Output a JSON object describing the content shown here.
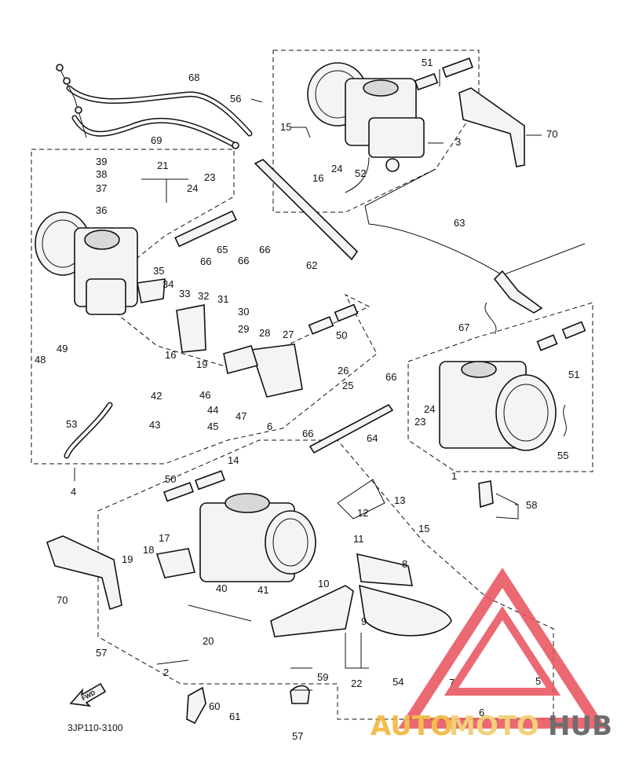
{
  "diagram": {
    "drawing_code": "3JP110-3100",
    "forward_arrow_label": "FWD",
    "callouts": [
      {
        "id": "c68",
        "label": "68"
      },
      {
        "id": "c69",
        "label": "69"
      },
      {
        "id": "c56",
        "label": "56"
      },
      {
        "id": "c51a",
        "label": "51"
      },
      {
        "id": "c15a",
        "label": "15"
      },
      {
        "id": "c70a",
        "label": "70"
      },
      {
        "id": "c3",
        "label": "3"
      },
      {
        "id": "c24a",
        "label": "24"
      },
      {
        "id": "c16a",
        "label": "16"
      },
      {
        "id": "c52",
        "label": "52"
      },
      {
        "id": "c39",
        "label": "39"
      },
      {
        "id": "c38",
        "label": "38"
      },
      {
        "id": "c37",
        "label": "37"
      },
      {
        "id": "c36",
        "label": "36"
      },
      {
        "id": "c21",
        "label": "21"
      },
      {
        "id": "c24b",
        "label": "24"
      },
      {
        "id": "c23a",
        "label": "23"
      },
      {
        "id": "c63",
        "label": "63"
      },
      {
        "id": "c65",
        "label": "65"
      },
      {
        "id": "c66a",
        "label": "66"
      },
      {
        "id": "c66b",
        "label": "66"
      },
      {
        "id": "c66c",
        "label": "66"
      },
      {
        "id": "c62",
        "label": "62"
      },
      {
        "id": "c35",
        "label": "35"
      },
      {
        "id": "c34",
        "label": "34"
      },
      {
        "id": "c33",
        "label": "33"
      },
      {
        "id": "c32",
        "label": "32"
      },
      {
        "id": "c31",
        "label": "31"
      },
      {
        "id": "c30",
        "label": "30"
      },
      {
        "id": "c29",
        "label": "29"
      },
      {
        "id": "c28",
        "label": "28"
      },
      {
        "id": "c27",
        "label": "27"
      },
      {
        "id": "c50a",
        "label": "50"
      },
      {
        "id": "c67",
        "label": "67"
      },
      {
        "id": "c51b",
        "label": "51"
      },
      {
        "id": "c49",
        "label": "49"
      },
      {
        "id": "c48",
        "label": "48"
      },
      {
        "id": "c16b",
        "label": "16"
      },
      {
        "id": "c19a",
        "label": "19"
      },
      {
        "id": "c42",
        "label": "42"
      },
      {
        "id": "c46",
        "label": "46"
      },
      {
        "id": "c44",
        "label": "44"
      },
      {
        "id": "c43",
        "label": "43"
      },
      {
        "id": "c45",
        "label": "45"
      },
      {
        "id": "c47",
        "label": "47"
      },
      {
        "id": "c6a",
        "label": "6"
      },
      {
        "id": "c26",
        "label": "26"
      },
      {
        "id": "c25",
        "label": "25"
      },
      {
        "id": "c66d",
        "label": "66"
      },
      {
        "id": "c24c",
        "label": "24"
      },
      {
        "id": "c23b",
        "label": "23"
      },
      {
        "id": "c53",
        "label": "53"
      },
      {
        "id": "c4",
        "label": "4"
      },
      {
        "id": "c66e",
        "label": "66"
      },
      {
        "id": "c64",
        "label": "64"
      },
      {
        "id": "c55",
        "label": "55"
      },
      {
        "id": "c14",
        "label": "14"
      },
      {
        "id": "c50b",
        "label": "50"
      },
      {
        "id": "c1",
        "label": "1"
      },
      {
        "id": "c58",
        "label": "58"
      },
      {
        "id": "c13",
        "label": "13"
      },
      {
        "id": "c12",
        "label": "12"
      },
      {
        "id": "c15b",
        "label": "15"
      },
      {
        "id": "c17",
        "label": "17"
      },
      {
        "id": "c18",
        "label": "18"
      },
      {
        "id": "c11",
        "label": "11"
      },
      {
        "id": "c19b",
        "label": "19"
      },
      {
        "id": "c8",
        "label": "8"
      },
      {
        "id": "c70b",
        "label": "70"
      },
      {
        "id": "c40",
        "label": "40"
      },
      {
        "id": "c41",
        "label": "41"
      },
      {
        "id": "c10",
        "label": "10"
      },
      {
        "id": "c9",
        "label": "9"
      },
      {
        "id": "c20",
        "label": "20"
      },
      {
        "id": "c57a",
        "label": "57"
      },
      {
        "id": "c2",
        "label": "2"
      },
      {
        "id": "c7",
        "label": "7"
      },
      {
        "id": "c5",
        "label": "5"
      },
      {
        "id": "c22",
        "label": "22"
      },
      {
        "id": "c54",
        "label": "54"
      },
      {
        "id": "c59",
        "label": "59"
      },
      {
        "id": "c60",
        "label": "60"
      },
      {
        "id": "c6b",
        "label": "6"
      },
      {
        "id": "c61",
        "label": "61"
      },
      {
        "id": "c57b",
        "label": "57"
      }
    ]
  },
  "watermark": {
    "text_auto": "AUTO",
    "text_moto": "MOTO",
    "text_hub": "HUB",
    "color_triangle": "#e8505b",
    "color_auto": "#f2b233",
    "color_moto": "#f0c866",
    "color_hub": "#555555"
  }
}
